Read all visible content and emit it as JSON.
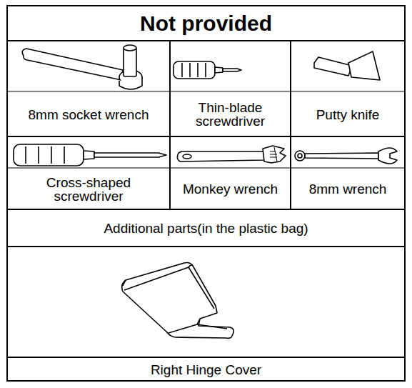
{
  "diagram": {
    "title": "Not provided",
    "labels": [
      "8mm socket wrench",
      "Thin-blade screwdriver",
      "Putty knife",
      "Cross-shaped screwdriver",
      "Monkey wrench",
      "8mm wrench",
      "Additional parts(in the plastic bag)",
      "Right Hinge Cover"
    ]
  }
}
